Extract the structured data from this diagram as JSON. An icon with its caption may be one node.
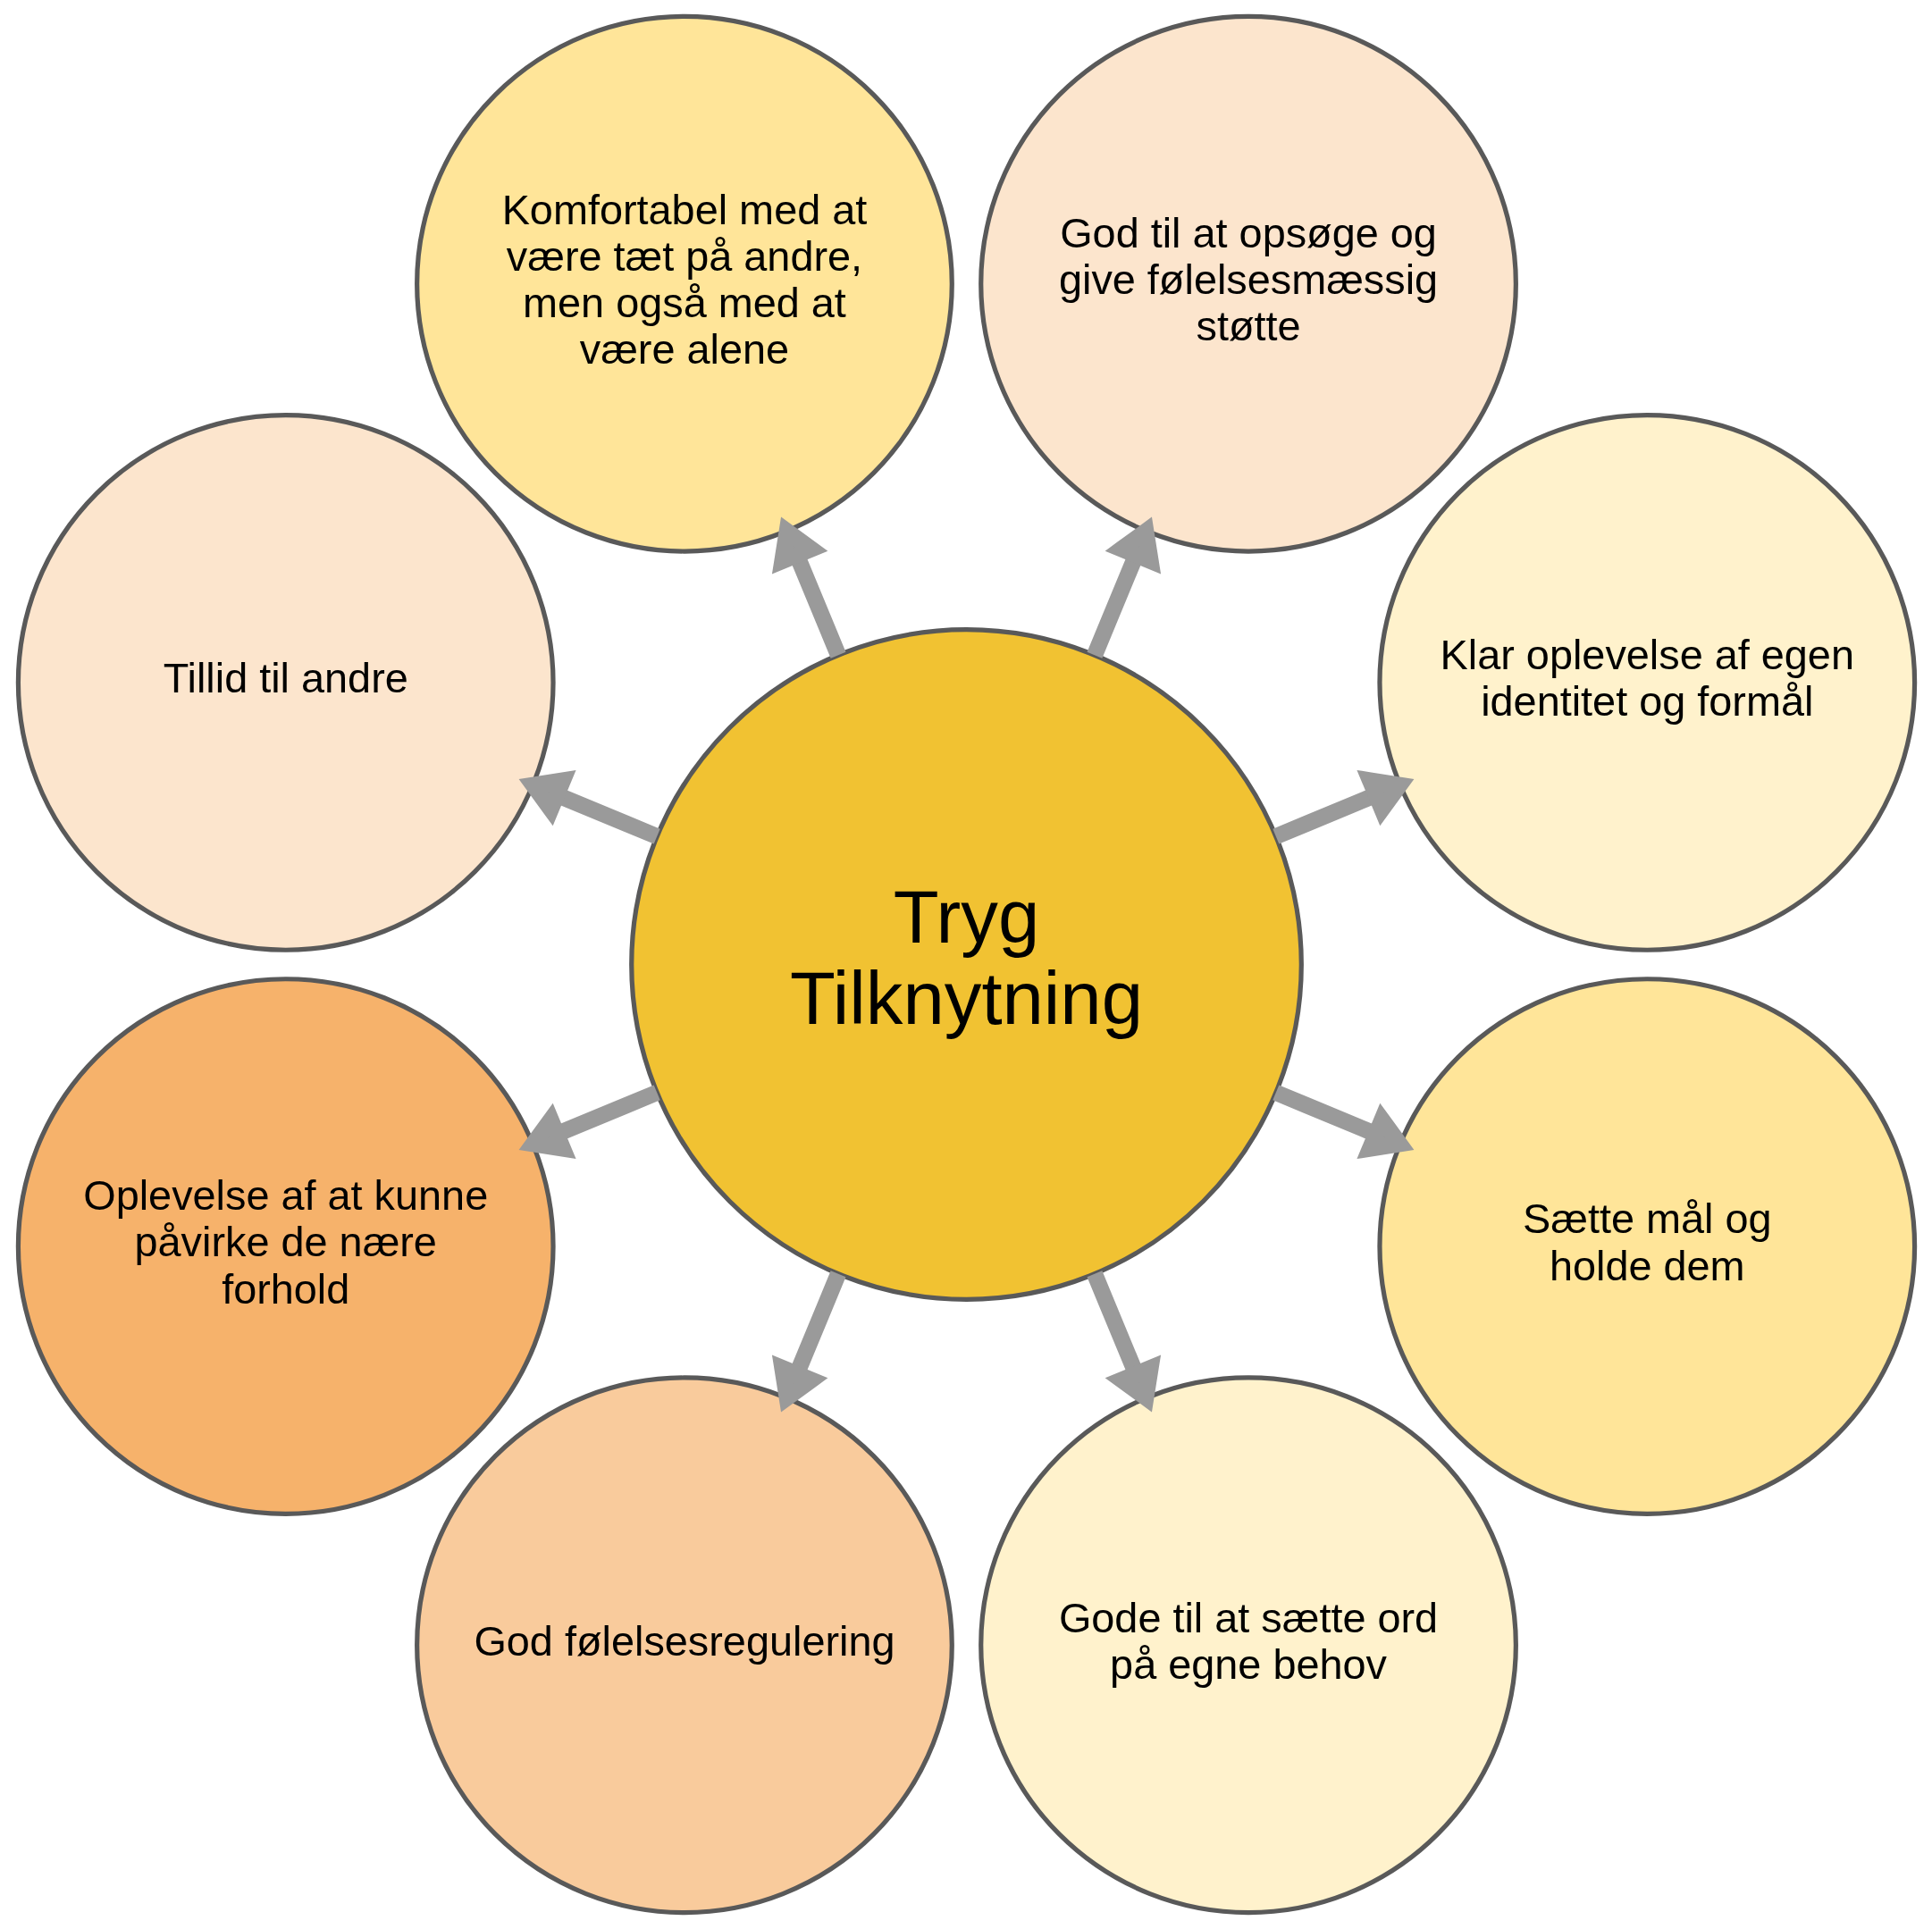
{
  "diagram": {
    "nodes": [
      {
        "text": [
          "Tryg Tilknytning"
        ]
      },
      {
        "text": [
          "God til at opsøge og give følelsesmæssig støtte"
        ]
      },
      {
        "text": [
          "Klar oplevelse af egen identitet og formål"
        ]
      },
      {
        "text": [
          "Sætte mål og holde dem"
        ]
      },
      {
        "text": [
          "Gode til at sætte ord på egne behov"
        ]
      },
      {
        "text": [
          "God følelsesregulering"
        ]
      },
      {
        "text": [
          "Oplevelse af at kunne påvirke de nære forhold"
        ]
      },
      {
        "text": [
          "Tillid til andre"
        ]
      },
      {
        "text": [
          "Komfortabel med at være tæt på andre, men også med at være alene"
        ]
      }
    ],
    "edges": [
      {
        "from": 0,
        "to": 1,
        "arrow": "to"
      },
      {
        "from": 0,
        "to": 2,
        "arrow": "to"
      },
      {
        "from": 0,
        "to": 3,
        "arrow": "to"
      },
      {
        "from": 0,
        "to": 4,
        "arrow": "to"
      },
      {
        "from": 0,
        "to": 5,
        "arrow": "to"
      },
      {
        "from": 0,
        "to": 6,
        "arrow": "to"
      },
      {
        "from": 0,
        "to": 7,
        "arrow": "to"
      },
      {
        "from": 0,
        "to": 8,
        "arrow": "to"
      }
    ]
  }
}
